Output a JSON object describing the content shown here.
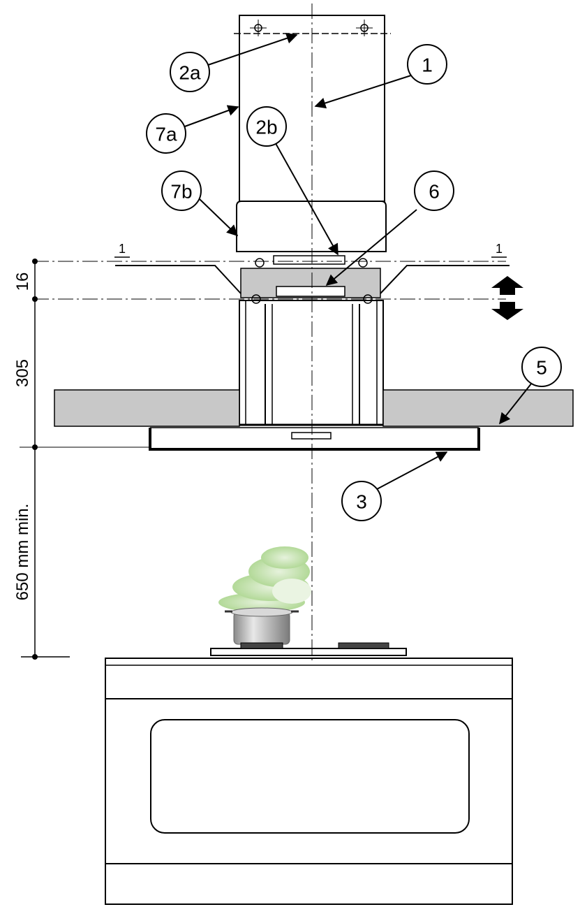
{
  "callouts": {
    "c1": "1",
    "c2a": "2a",
    "c2b": "2b",
    "c3": "3",
    "c5": "5",
    "c6": "6",
    "c7a": "7a",
    "c7b": "7b"
  },
  "dimensions": {
    "d16": "16",
    "d305": "305",
    "d650": "650 mm min."
  },
  "axis_marks": {
    "left": "1",
    "right": "1"
  },
  "colors": {
    "ceiling_gray": "#c8c8c8",
    "steam_green": "#b8dc9a",
    "pot_steel": "#bfbfbf"
  }
}
